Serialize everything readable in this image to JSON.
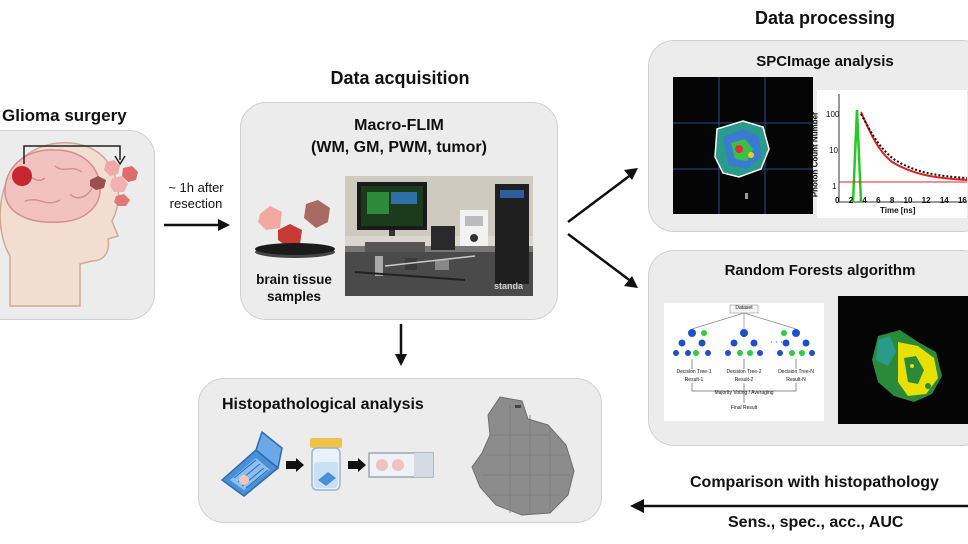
{
  "surgery": {
    "title": "Glioma surgery",
    "time_label": "~ 1h after resection"
  },
  "acquisition": {
    "section_title": "Data acquisition",
    "box_title": "Macro-FLIM",
    "box_subtitle": "(WM, GM, PWM, tumor)",
    "sample_label_line1": "brain tissue",
    "sample_label_line2": "samples",
    "photo_watermark": "standa"
  },
  "histopathology": {
    "title": "Histopathological analysis"
  },
  "processing": {
    "section_title": "Data processing",
    "spc_title": "SPCImage analysis",
    "rf_title": "Random Forests algorithm",
    "decay_plot": {
      "ylabel": "Photon Count Number",
      "xlabel": "Time [ns]",
      "y_ticks": [
        "1",
        "10",
        "100"
      ],
      "x_ticks": [
        "0",
        "2",
        "4",
        "6",
        "8",
        "10",
        "12",
        "14",
        "16"
      ]
    },
    "tree_diagram": {
      "top_label": "Dataset",
      "tree_labels": [
        "Decision Tree-1",
        "Decision Tree-2",
        "Decision Tree-N"
      ],
      "result_labels": [
        "Result-1",
        "Result-2",
        "Result-N"
      ],
      "vote_label": "Majority Voting / Averaging",
      "final_label": "Final Result"
    }
  },
  "comparison": {
    "title": "Comparison with histopathology",
    "metrics": "Sens., spec., acc., AUC"
  },
  "colors": {
    "box_fill": "#ececec",
    "tree_blue": "#1f4fc8",
    "tree_green": "#2ecc40",
    "decay_red": "#e02020",
    "irf_green": "#22cc22",
    "prediction_yellow": "#e8e000",
    "prediction_green": "#2a8a3a"
  }
}
